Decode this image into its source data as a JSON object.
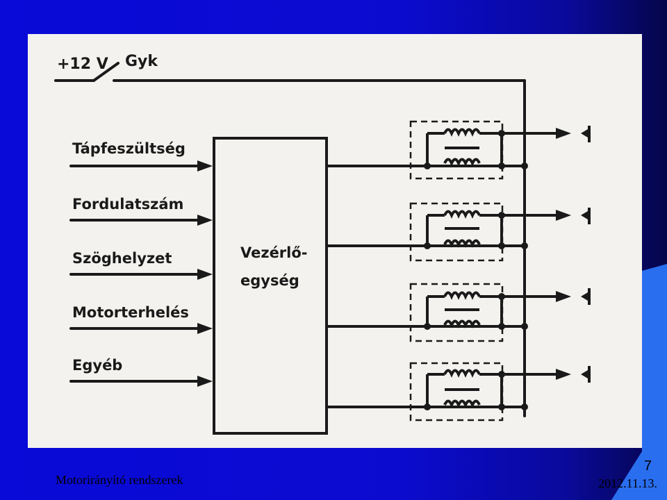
{
  "slide": {
    "footer_title": "Motorirányító rendszerek",
    "page_number": "7",
    "date": "2012.11.13."
  },
  "diagram": {
    "supply_label": "+12 V",
    "switch_label": "Gyk",
    "inputs": [
      "Tápfeszültség",
      "Fordulatszám",
      "Szöghelyzet",
      "Motorterhelés",
      "Egyéb"
    ],
    "control_unit_line1": "Vezérlő-",
    "control_unit_line2": "egység",
    "ignition_channels": 4
  },
  "colors": {
    "background_blue": "#0a0ad8",
    "panel": "#f3f2ee",
    "ink": "#1a1a1a",
    "accent_wedge": "#2a6ef0"
  }
}
